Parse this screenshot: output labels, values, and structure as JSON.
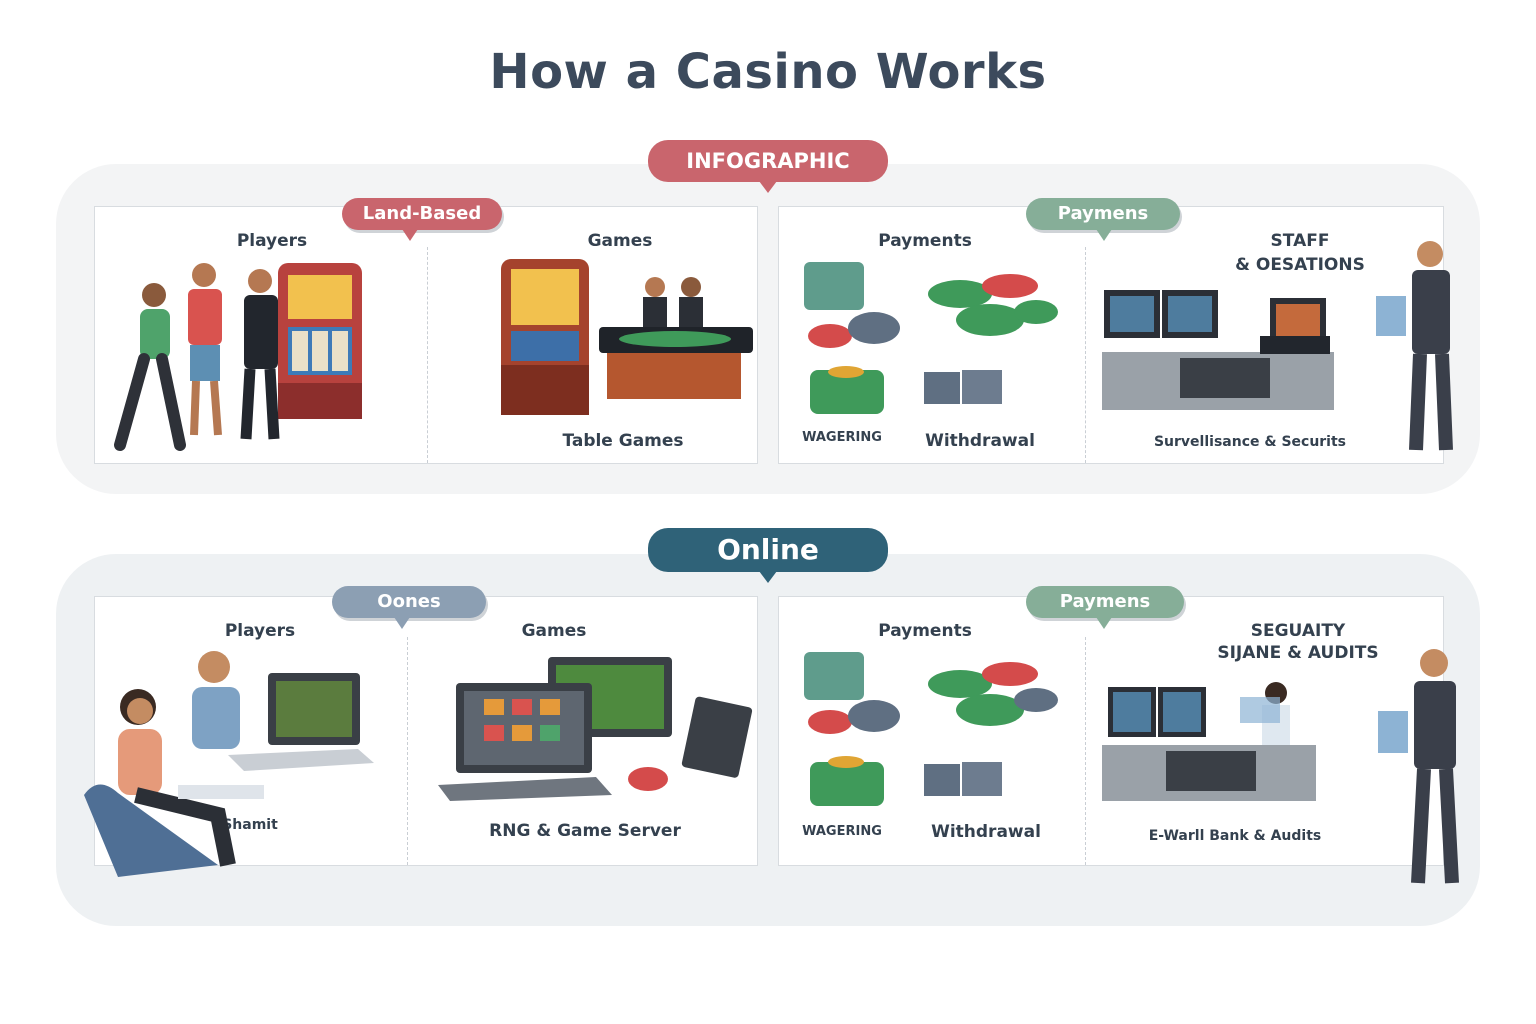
{
  "title": "How a Casino Works",
  "top_section": {
    "banner": "INFOGRAPHIC",
    "left_tag": "Land-Based",
    "right_tag": "Paymens",
    "players_label": "Players",
    "games_label": "Games",
    "table_games_label": "Table Games",
    "payments_label": "Payments",
    "wagering_label": "WAGERING",
    "withdrawal_label": "Withdrawal",
    "staff_line1": "STAFF",
    "staff_line2": "& OESATIONS",
    "surveillance_label": "Survellisance & Securits"
  },
  "bottom_section": {
    "banner": "Online",
    "left_tag": "Oones",
    "right_tag": "Paymens",
    "players_label": "Players",
    "games_label": "Games",
    "player_caption": "Shamit",
    "rng_label": "RNG & Game Server",
    "payments_label": "Payments",
    "wagering_label": "WAGERING",
    "withdrawal_label": "Withdrawal",
    "security_line1": "SEGUAITY",
    "security_line2": "SIJANE & AUDITS",
    "ewallet_label": "E-Warll Bank & Audits"
  },
  "colors": {
    "title": "#3c4a5c",
    "infographic_pill": "#c9656d",
    "online_pill": "#2f6278",
    "land_based_tag": "#c9656d",
    "payments_tag": "#86ae98",
    "online_tag": "#8c9fb3",
    "chip_green": "#3f9a5a",
    "chip_red": "#d44b4b",
    "chip_slate": "#5f6f82"
  }
}
